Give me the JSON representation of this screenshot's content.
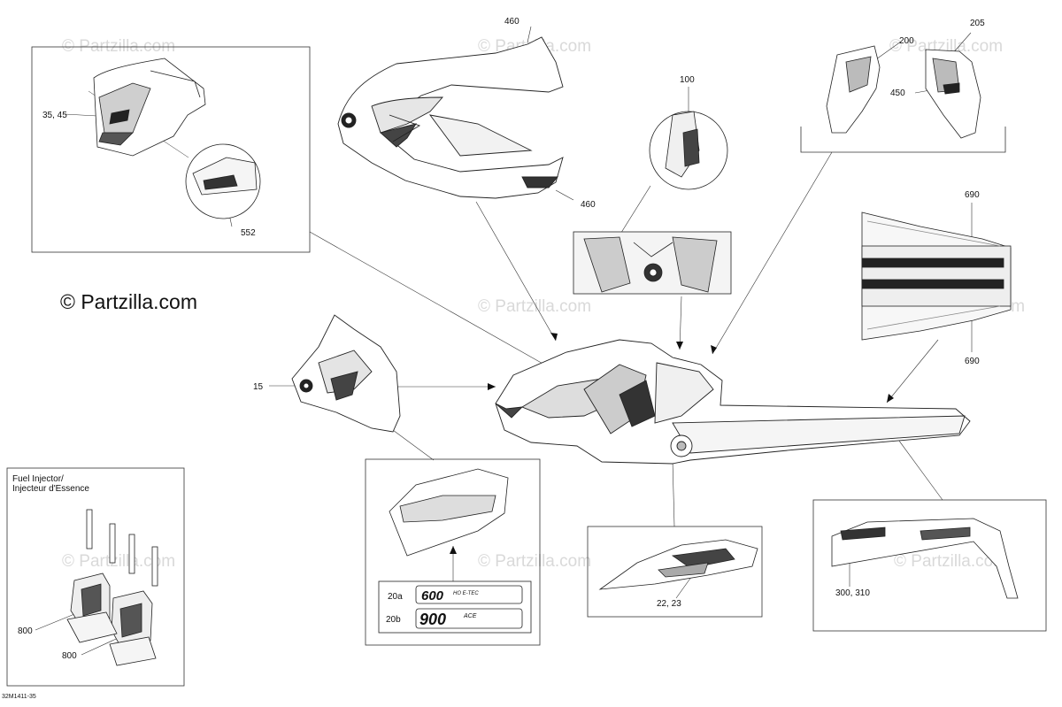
{
  "watermark": "© Partzilla.com",
  "copyright": "© Partzilla.com",
  "fuel_injector": {
    "line1": "Fuel Injector/",
    "line2": "Injecteur d'Essence"
  },
  "diagram_code": "32M1411-35",
  "callouts": {
    "c460a": "460",
    "c460b": "460",
    "c205": "205",
    "c200": "200",
    "c450": "450",
    "c100": "100",
    "c3545": "35, 45",
    "c552": "552",
    "c690a": "690",
    "c690b": "690",
    "c15": "15",
    "c800a": "800",
    "c800b": "800",
    "c20a": "20a",
    "c20b": "20b",
    "c2223": "22, 23",
    "c300310": "300, 310"
  },
  "decals": {
    "d20a": "600",
    "d20a_suffix": "HO E-TEC",
    "d20b": "900",
    "d20b_suffix": "ACE"
  }
}
